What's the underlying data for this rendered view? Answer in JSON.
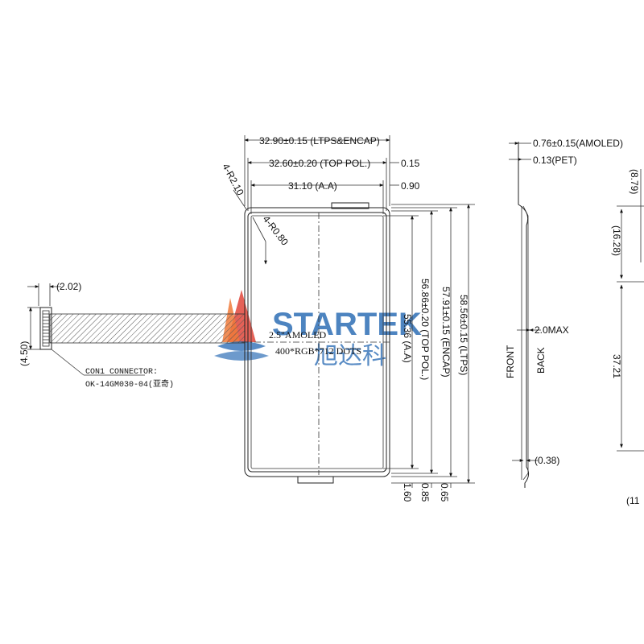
{
  "watermark": {
    "brand": "STARTEK",
    "brand_cn": "旭达科"
  },
  "front_view": {
    "width_ltps_encap": "32.90±0.15 (LTPS&ENCAP)",
    "width_top_pol": "32.60±0.20 (TOP POL.)",
    "width_aa": "31.10 (A.A)",
    "offset_015": "0.15",
    "offset_090": "0.90",
    "corner_r210": "4-R2.10",
    "corner_r080": "4-R0.80",
    "height_aa": "55.36 (A.A)",
    "height_top_pol": "56.86±0.20 (TOP POL.)",
    "height_encap": "57.91±0.15 (ENCAP)",
    "height_ltps": "58.56±0.15 (LTPS)",
    "bottom_160": "1.60",
    "bottom_085": "0.85",
    "bottom_065": "0.65",
    "panel_size": "2.5\"AMOLED",
    "resolution": "400*RGB*712 DOTS"
  },
  "connector": {
    "dim_202": "(2.02)",
    "dim_450": "(4.50)",
    "title": "CON1 CONNECTOR:",
    "part": "OK-14GM030-04(亚奇)"
  },
  "side_view": {
    "thickness_amoled": "0.76±0.15(AMOLED)",
    "thickness_pet": "0.13(PET)",
    "max_thickness": "2.0MAX",
    "bottom_038": "(0.38)",
    "label_front": "FRONT",
    "label_back": "BACK"
  },
  "right_view": {
    "dim_879": "(8.79)",
    "dim_1628": "(16.28)",
    "dim_3721": "37.21",
    "dim_11": "(11"
  }
}
